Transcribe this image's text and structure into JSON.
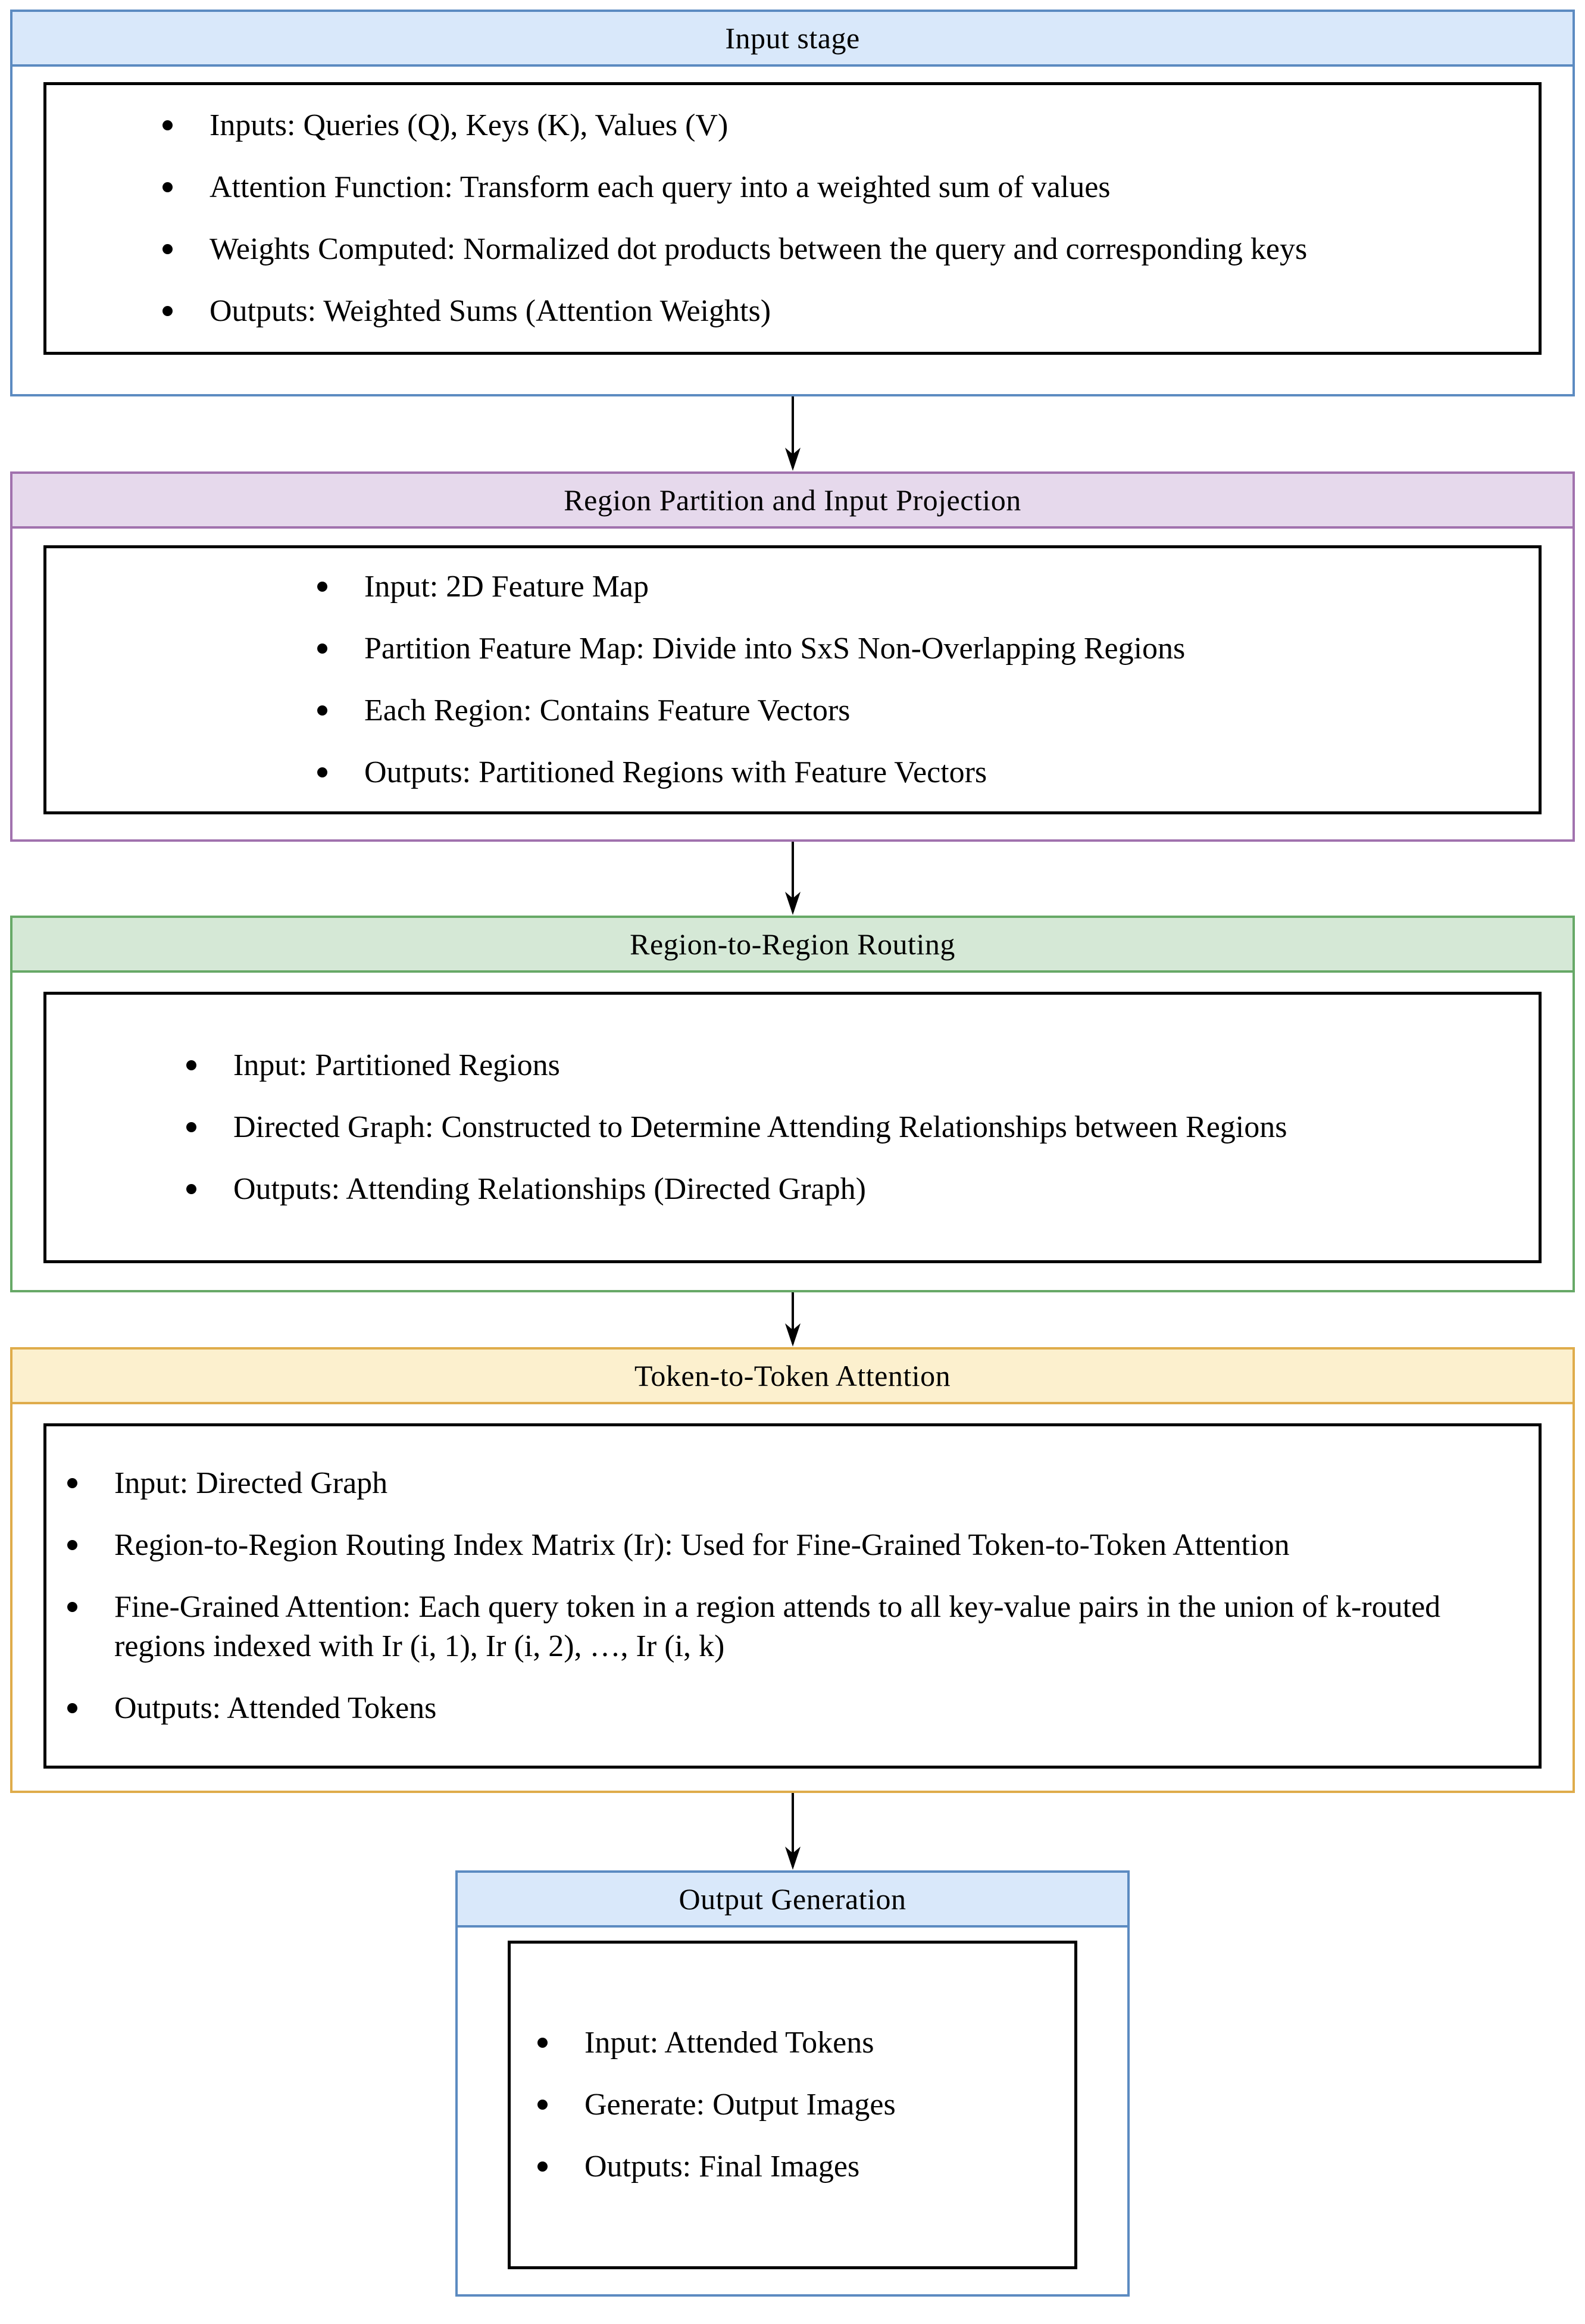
{
  "diagram": {
    "arrow_color": "#000000",
    "stages": [
      {
        "title": "Input stage",
        "colors": {
          "header_bg": "#D9E8FA",
          "border": "#5C8BC1"
        },
        "bullets": [
          "Inputs: Queries (Q), Keys (K), Values (V)",
          "Attention Function: Transform each query into a weighted sum of values",
          "Weights Computed: Normalized dot products between the query and corresponding keys",
          "Outputs: Weighted Sums (Attention Weights)"
        ]
      },
      {
        "title": "Region Partition and Input Projection",
        "colors": {
          "header_bg": "#E6D9EC",
          "border": "#A172AE"
        },
        "bullets": [
          "Input: 2D Feature Map",
          "Partition Feature Map: Divide into SxS Non-Overlapping Regions",
          "Each Region: Contains Feature Vectors",
          "Outputs: Partitioned Regions with Feature Vectors"
        ]
      },
      {
        "title": "Region-to-Region Routing",
        "colors": {
          "header_bg": "#D5E8D6",
          "border": "#67A967"
        },
        "bullets": [
          "Input: Partitioned Regions",
          "Directed Graph: Constructed to Determine Attending Relationships between Regions",
          "Outputs: Attending Relationships (Directed Graph)"
        ]
      },
      {
        "title": "Token-to-Token Attention",
        "colors": {
          "header_bg": "#FCF0CE",
          "border": "#DFAC4B"
        },
        "bullets": [
          "Input: Directed Graph",
          "Region-to-Region Routing Index Matrix (Ir): Used for Fine-Grained Token-to-Token Attention",
          "Fine-Grained Attention: Each query token in a region attends to all key-value pairs in the union of k-routed regions indexed with Ir (i, 1), Ir (i, 2), …, Ir (i, k)",
          "Outputs: Attended Tokens"
        ]
      },
      {
        "title": "Output Generation",
        "colors": {
          "header_bg": "#D9E8FA",
          "border": "#5C8BC1"
        },
        "bullets": [
          "Input: Attended Tokens",
          "Generate: Output Images",
          "Outputs: Final Images"
        ]
      }
    ]
  }
}
